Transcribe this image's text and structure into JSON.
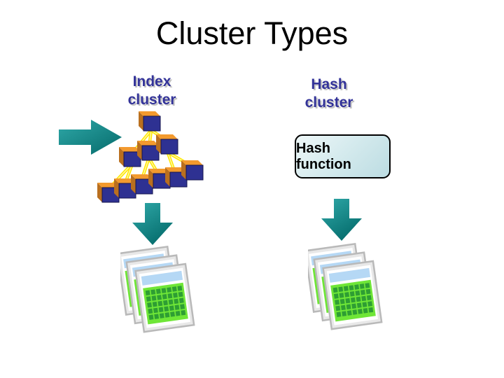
{
  "slide": {
    "title": "Cluster Types",
    "background": "#ffffff"
  },
  "index_cluster": {
    "label": "Index\ncluster"
  },
  "hash_cluster": {
    "label": "Hash\ncluster",
    "hash_function_label": "Hash function"
  },
  "icons": {
    "flow_arrow": "teal-right-arrow",
    "down_arrow": "teal-down-arrow",
    "index_tree": "btree-index-blocks",
    "table_stack": "stacked-table-windows"
  },
  "colors": {
    "title_text": "#000000",
    "label_text": "#333399",
    "label_shadow": "#c3c3c3",
    "teal_light": "#2fa8a8",
    "teal_dark": "#056a6a",
    "block_face": "#2e3192",
    "block_face_edge": "#15154d",
    "block_top": "#f39a2e",
    "block_side": "#b96f1f",
    "connector_yellow": "#ffe600",
    "connector_highlight": "#fff9a0",
    "box_border": "#000000",
    "box_fill_top": "#eef7f8",
    "box_fill_bottom": "#bcdce2",
    "table_frame_fill": "#e8e8e8",
    "table_frame_stroke": "#b9b9b9",
    "table_inner": "#ffffff",
    "table_header_blue": "#b5d8f5",
    "table_green": "#6fe637",
    "table_cell_green": "#2e9e33"
  }
}
